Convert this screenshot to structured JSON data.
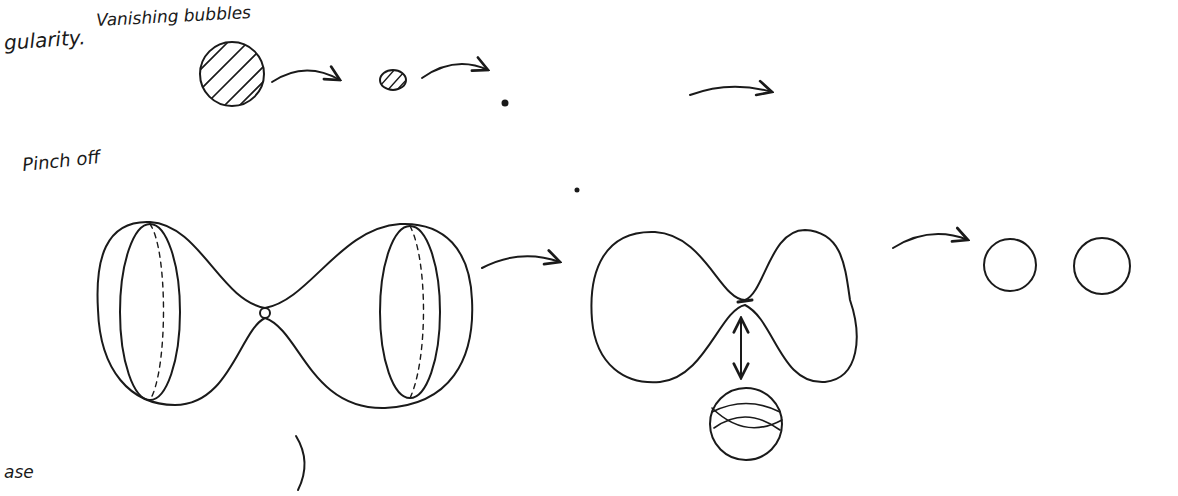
{
  "diagram": {
    "labels": [
      "gularity.",
      "Vanishing bubbles",
      "Pinch off",
      "ase"
    ]
  }
}
